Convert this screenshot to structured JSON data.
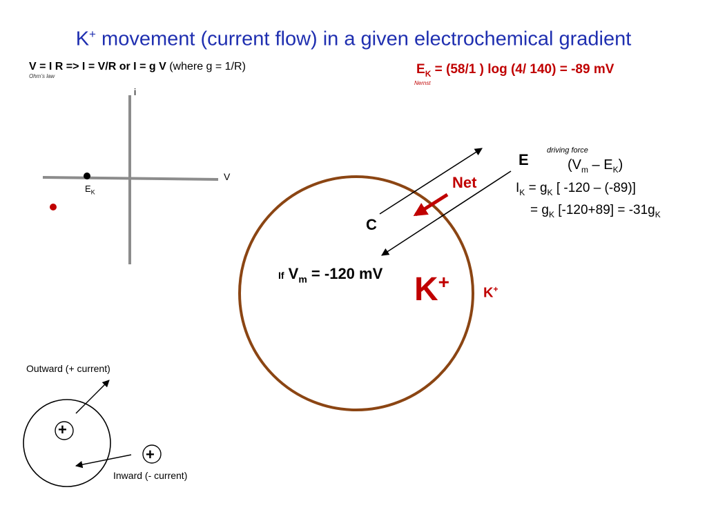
{
  "title": {
    "main": "K",
    "sup": "+",
    "rest": " movement (current flow) in a given electrochemical gradient"
  },
  "ohm": {
    "bold_part": "V = I R => I = V/R or I = g V",
    "rest": " (where g = 1/R)",
    "note": "Ohm’s law"
  },
  "nernst": {
    "e": "E",
    "sub": "K",
    "equation": " = (58/1 ) log (4/ 140) = -89 mV",
    "note": "Nernst"
  },
  "iv_plot": {
    "axis_i": "i",
    "axis_v": "V",
    "ek_letter": "E",
    "ek_sub": "K"
  },
  "gradient": {
    "label_e": "E",
    "label_c": "C",
    "label_net": "Net",
    "driving_force_note": "driving force",
    "df_open": "(V",
    "df_m": "m",
    "df_mid": " – E",
    "df_k": "K",
    "df_close": ")",
    "ik1_a": "I",
    "ik1_b": "K",
    "ik1_c": " = g",
    "ik1_d": "K",
    "ik1_e": " [ -120 – (-89)]",
    "ik2_a": "= g",
    "ik2_b": "K",
    "ik2_c": " [-120+89] = -31g",
    "ik2_d": "K"
  },
  "cell": {
    "if": "If",
    "vm_v": " V",
    "vm_sub": "m",
    "vm_val": " = -120 mV",
    "k_inside": "K",
    "k_inside_sup": "+",
    "k_outside": "K",
    "k_outside_sup": "+"
  },
  "legend": {
    "outward": "Outward (+ current)",
    "inward": "Inward (- current)",
    "plus_inside": "+",
    "plus_outside": "+"
  },
  "colors": {
    "title": "#1f2fb0",
    "red": "#c00000",
    "membrane": "#8b4513",
    "axis": "#8c8c8c"
  }
}
